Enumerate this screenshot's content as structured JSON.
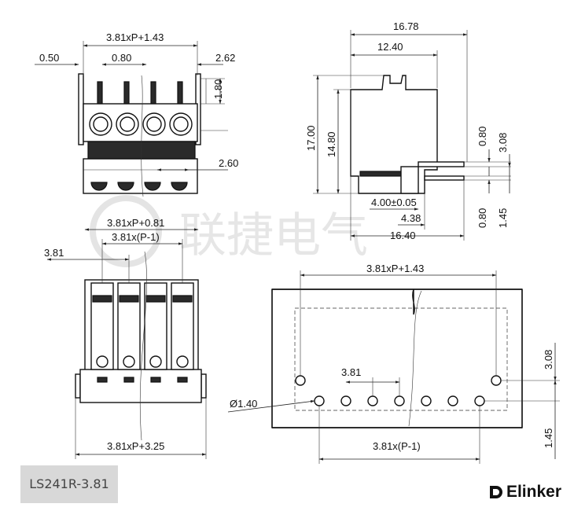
{
  "watermark": "联捷电气",
  "model": "LS241R-3.81",
  "brand": "Elinker",
  "brand_icon": "elinker-logo-icon",
  "dims": {
    "top_width": "3.81xP+1.43",
    "left_offset": "0.50",
    "mid_gap": "0.80",
    "right_offset": "2.62",
    "pin_top": "1.80",
    "latch": "2.60",
    "side_total": "16.78",
    "side_upper": "12.40",
    "height_total": "17.00",
    "height_body": "14.80",
    "pin_08a": "0.80",
    "pin_308": "3.08",
    "pin_pos": "4.00±0.05",
    "pin_438": "4.38",
    "pin_08b": "0.80",
    "pin_145": "1.45",
    "side_bottom": "16.40",
    "front_width": "3.81xP+0.81",
    "front_pitch": "3.81x(P-1)",
    "front_381": "3.81",
    "front_bottom": "3.81xP+3.25",
    "pcb_width": "3.81xP+1.43",
    "pcb_308": "3.08",
    "pcb_pitch": "3.81",
    "pcb_hole": "Ø1.40",
    "pcb_145": "1.45",
    "pcb_span": "3.81x(P-1)"
  }
}
